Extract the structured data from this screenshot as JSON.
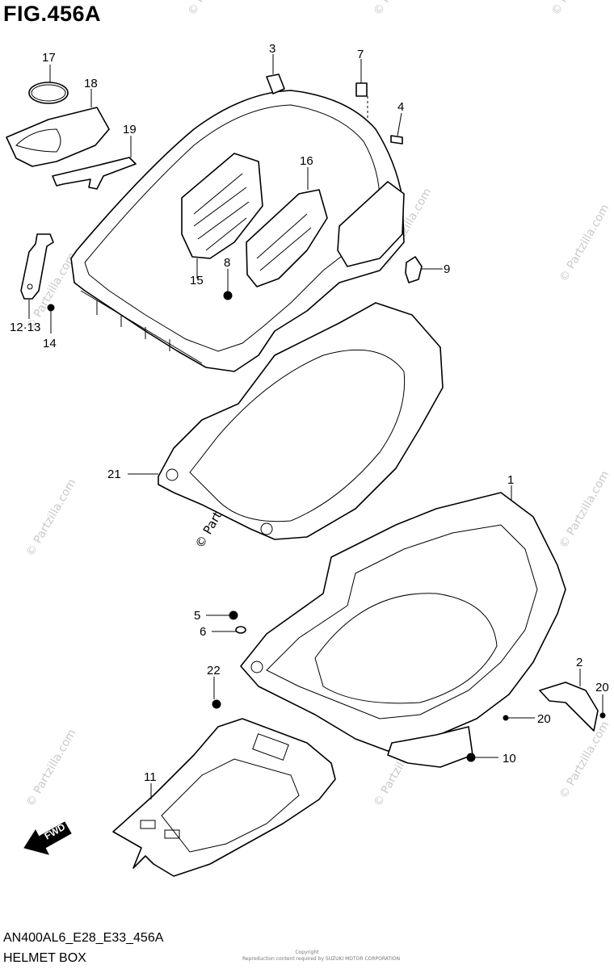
{
  "figure": {
    "title": "FIG.456A",
    "code": "AN400AL6_E28_E33_456A",
    "name": "HELMET BOX"
  },
  "watermark": {
    "text": "© Partzilla.com"
  },
  "copyright": {
    "line1": "Copyright",
    "line2": "Reproduction content required by SUZUKI MOTOR CORPORATION"
  },
  "fwd_label": "FWD",
  "callouts": [
    {
      "id": "c1",
      "label": "1"
    },
    {
      "id": "c2",
      "label": "2"
    },
    {
      "id": "c3",
      "label": "3"
    },
    {
      "id": "c4",
      "label": "4"
    },
    {
      "id": "c5",
      "label": "5"
    },
    {
      "id": "c6",
      "label": "6"
    },
    {
      "id": "c7",
      "label": "7"
    },
    {
      "id": "c8",
      "label": "8"
    },
    {
      "id": "c9",
      "label": "9"
    },
    {
      "id": "c10",
      "label": "10"
    },
    {
      "id": "c11",
      "label": "11"
    },
    {
      "id": "c12_13",
      "label": "12·13"
    },
    {
      "id": "c14",
      "label": "14"
    },
    {
      "id": "c15",
      "label": "15"
    },
    {
      "id": "c16",
      "label": "16"
    },
    {
      "id": "c17",
      "label": "17"
    },
    {
      "id": "c18",
      "label": "18"
    },
    {
      "id": "c19",
      "label": "19"
    },
    {
      "id": "c20a",
      "label": "20"
    },
    {
      "id": "c20b",
      "label": "20"
    },
    {
      "id": "c21",
      "label": "21"
    },
    {
      "id": "c22",
      "label": "22"
    }
  ]
}
